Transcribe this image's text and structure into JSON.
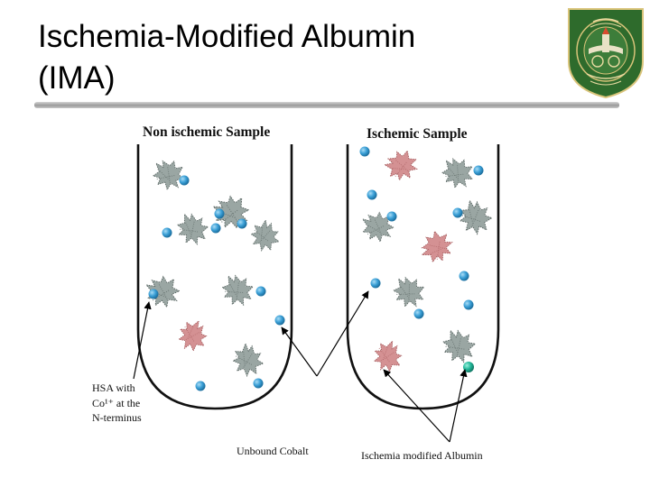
{
  "slide": {
    "title_line1": "Ischemia-Modified Albumin",
    "title_line2": "(IMA)"
  },
  "colors": {
    "accent_bar": "#a6a6a6",
    "logo_green": "#2e6b2c",
    "logo_gold": "#d9c47a",
    "cobalt": "#3a9fd6",
    "normal_albumin": "#8a9a96",
    "modified_albumin": "#c57d7f"
  },
  "icons": [
    "university-logo-icon",
    "cobalt-ion-icon",
    "albumin-molecule-icon"
  ],
  "figure": {
    "tube_left_label": "Non ischemic Sample",
    "tube_right_label": "Ischemic Sample",
    "annotation_hsa_line1": "HSA with",
    "annotation_hsa_line2": "Co¹⁺ at the",
    "annotation_hsa_line3": "N-terminus",
    "annotation_unbound": "Unbound Cobalt",
    "annotation_ima": "Ischemia modified Albumin"
  }
}
